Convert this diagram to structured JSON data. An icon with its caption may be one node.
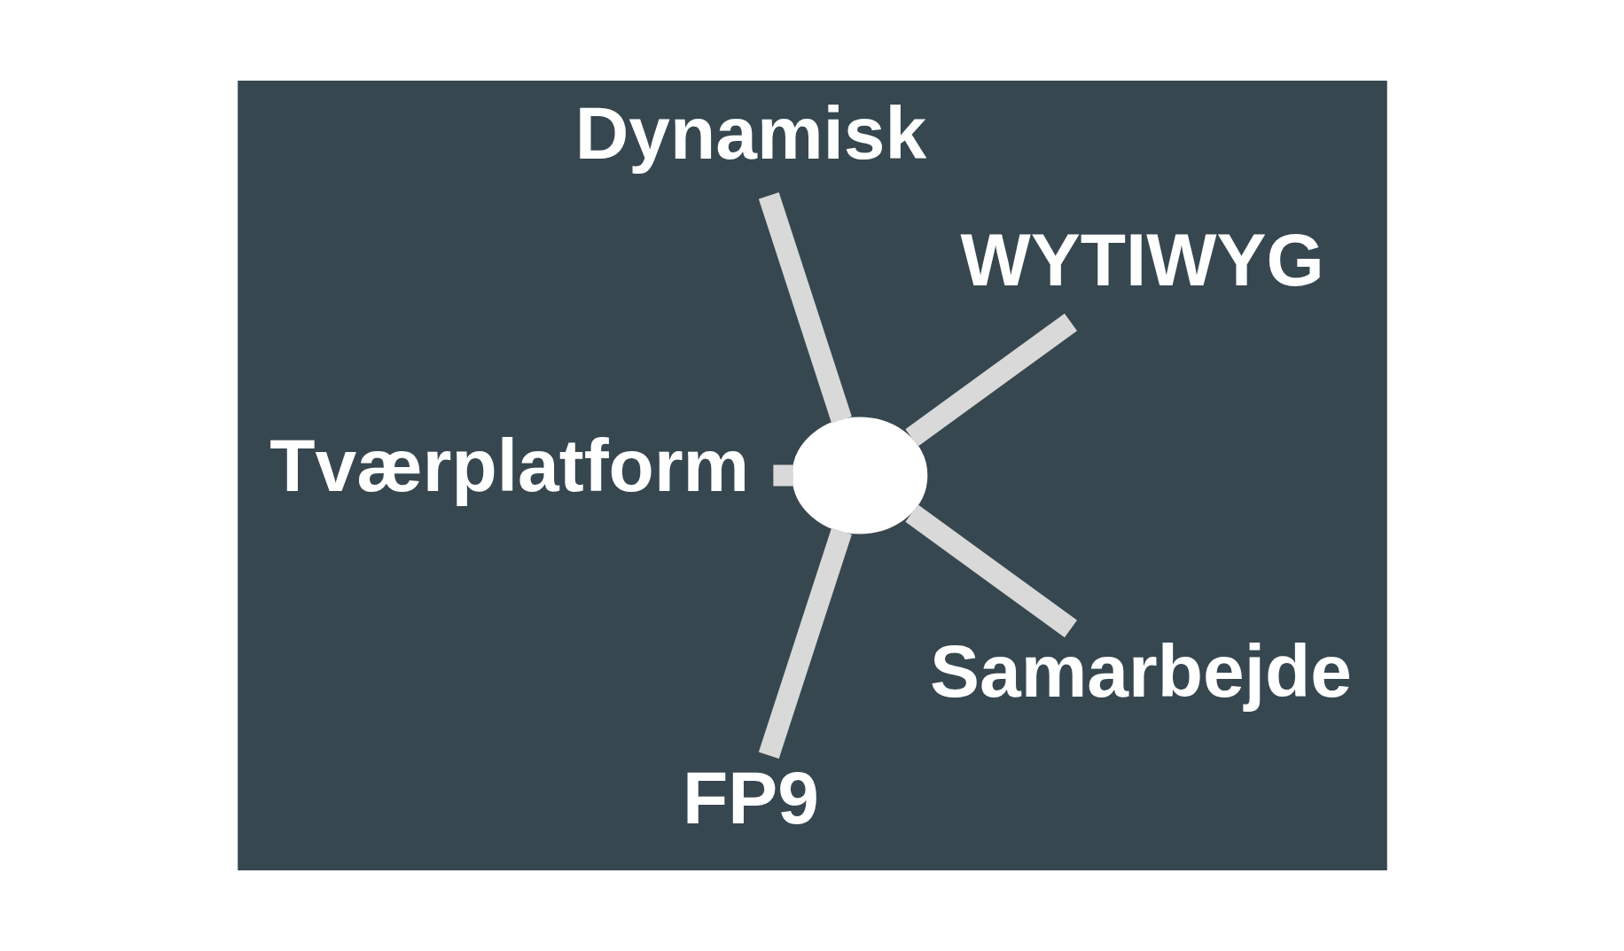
{
  "diagram": {
    "nodes": [
      {
        "text": [
          "WYTIWYG"
        ]
      },
      {
        "text": [
          "Dynamisk"
        ]
      },
      {
        "text": [
          "Tværplatform"
        ]
      },
      {
        "text": [],
        "shape": "circle"
      },
      {
        "text": [
          "FP9"
        ]
      },
      {
        "text": [
          "Samarbejde"
        ]
      }
    ],
    "edges": [
      {
        "from": 3,
        "to": 0,
        "arrow": "none"
      },
      {
        "from": 3,
        "to": 1,
        "arrow": "none"
      },
      {
        "from": 3,
        "to": 2,
        "arrow": "none"
      },
      {
        "from": 3,
        "to": 4,
        "arrow": "none"
      },
      {
        "from": 3,
        "to": 5,
        "arrow": "none"
      }
    ]
  }
}
